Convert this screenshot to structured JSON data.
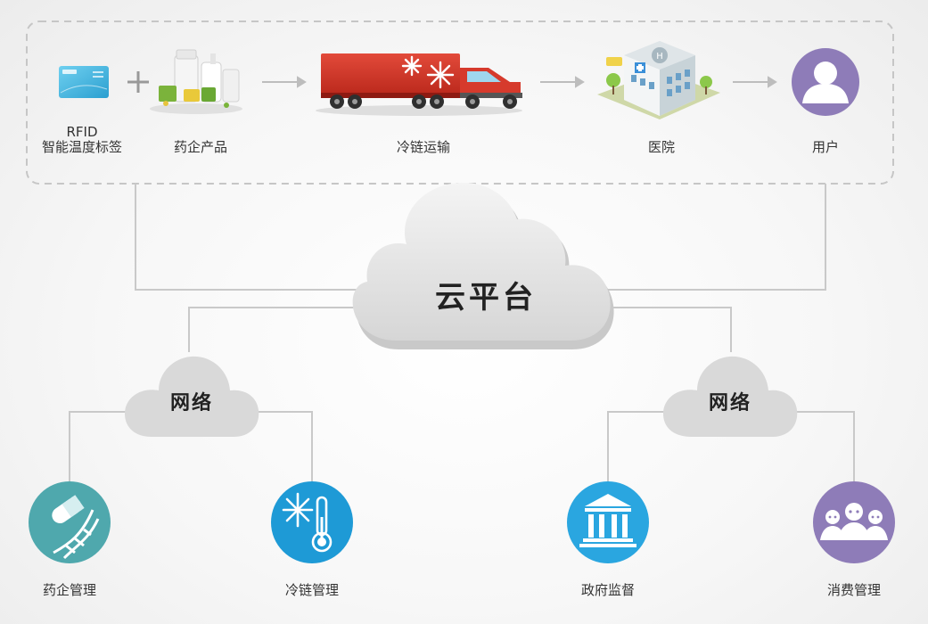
{
  "supply_chain": {
    "rfid_label_line1": "RFID",
    "rfid_label_line2": "智能温度标签",
    "pharma_products": "药企产品",
    "cold_chain_transport": "冷链运输",
    "hospital": "医院",
    "user": "用户",
    "plus_sign": "+"
  },
  "cloud_platform": {
    "label": "云平台"
  },
  "networks": {
    "left": "网络",
    "right": "网络"
  },
  "management": {
    "pharma_mgmt": "药企管理",
    "cold_chain_mgmt": "冷链管理",
    "gov_supervision": "政府监督",
    "consumer_mgmt": "消费管理"
  },
  "colors": {
    "teal": "#4fa8ad",
    "blue": "#1e9ad6",
    "sky": "#2aa6e0",
    "purple": "#8e7cb8",
    "connector": "#c8c8c8",
    "cloud": "#dcdcdc"
  }
}
